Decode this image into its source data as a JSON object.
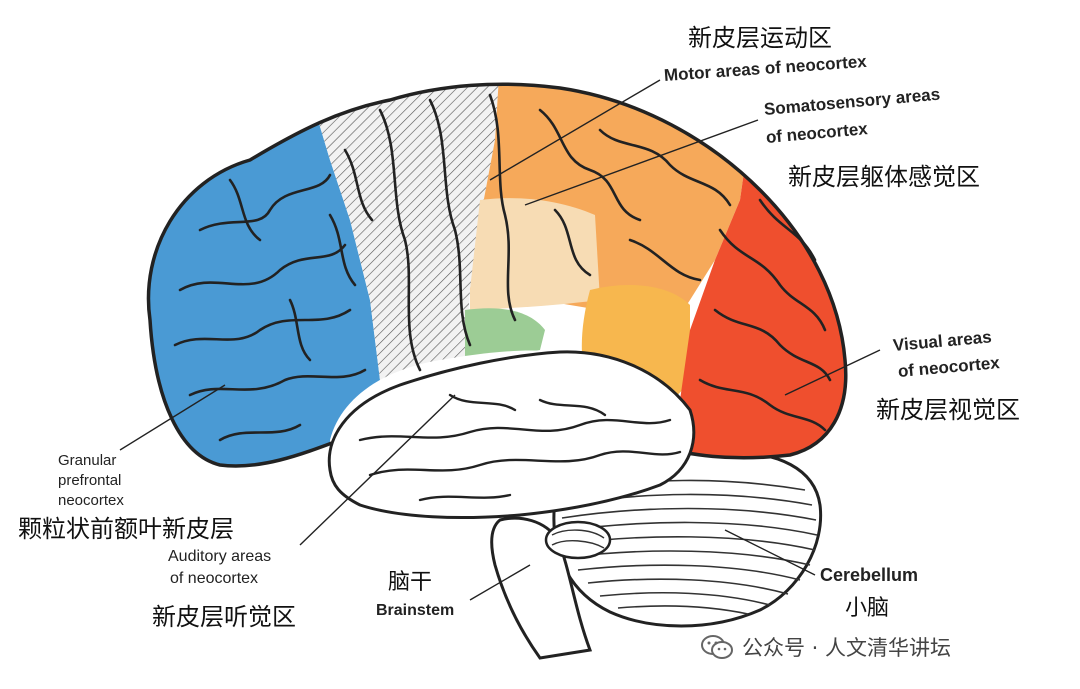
{
  "labels": {
    "motor_cn": "新皮层运动区",
    "motor_en": "Motor areas of neocortex",
    "soma_en_1": "Somatosensory areas",
    "soma_en_2": "of neocortex",
    "soma_cn": "新皮层躯体感觉区",
    "visual_en_1": "Visual areas",
    "visual_en_2": "of neocortex",
    "visual_cn": "新皮层视觉区",
    "granular_en_1": "Granular",
    "granular_en_2": "prefrontal",
    "granular_en_3": "neocortex",
    "granular_cn": "颗粒状前额叶新皮层",
    "auditory_en_1": "Auditory areas",
    "auditory_en_2": "of neocortex",
    "auditory_cn": "新皮层听觉区",
    "brainstem_cn": "脑干",
    "brainstem_en": "Brainstem",
    "cerebellum_en": "Cerebellum",
    "cerebellum_cn": "小脑"
  },
  "watermark": {
    "text": "公众号 · 人文清华讲坛",
    "icon": "wechat-logo-icon"
  },
  "colors": {
    "prefrontal": "#4a9ad4",
    "motor": "#d9d9d9",
    "somatosensory": "#f6a95a",
    "somatosensory_light": "#f7dcb4",
    "visual": "#ef4f2e",
    "auditory_green": "#9ccc95",
    "temporal_orange": "#f7b74e",
    "outline": "#222222"
  }
}
